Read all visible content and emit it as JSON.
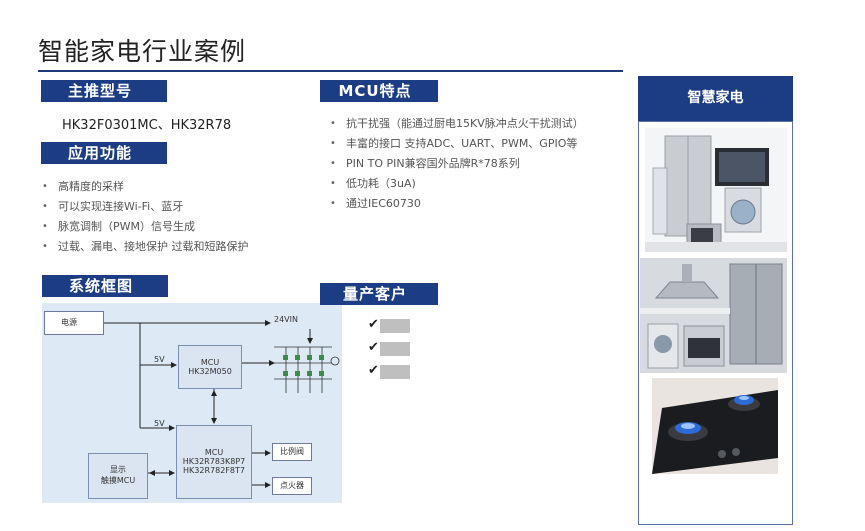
{
  "page": {
    "title": "智能家电行业案例"
  },
  "sections": {
    "main_model": {
      "header": "主推型号",
      "value": "HK32F0301MC、HK32R78"
    },
    "application": {
      "header": "应用功能",
      "items": [
        "高精度的采样",
        "可以实现连接Wi-Fi、蓝牙",
        "脉宽调制（PWM）信号生成",
        "过载、漏电、接地保护 过载和短路保护"
      ]
    },
    "mcu_features": {
      "header": "MCU特点",
      "items": [
        "抗干扰强（能通过厨电15KV脉冲点火干扰测试）",
        "丰富的接口 支持ADC、UART、PWM、GPIO等",
        "PIN TO PIN兼容国外品牌R*78系列",
        "低功耗（3uA)",
        "通过IEC60730"
      ]
    },
    "system_diagram": {
      "header": "系统框图",
      "blocks": {
        "power": "电源",
        "v24": "24VIN",
        "v5_top": "5V",
        "v5_bottom": "5V",
        "mcu1_title": "MCU",
        "mcu1_part": "HK32M050",
        "mcu2_title": "MCU",
        "mcu2_part1": "HK32R783K8P7",
        "mcu2_part2": "HK32R782F8T7",
        "display_line1": "显示",
        "display_line2": "触摸MCU",
        "valve": "比例阀",
        "igniter": "点火器"
      }
    },
    "customers": {
      "header": "量产客户",
      "count": 3
    },
    "side": {
      "header": "智慧家电"
    }
  },
  "colors": {
    "header_bg": "#1c3d84",
    "diagram_bg": "#dde9f5",
    "placeholder_gray": "#bfbfbf"
  }
}
